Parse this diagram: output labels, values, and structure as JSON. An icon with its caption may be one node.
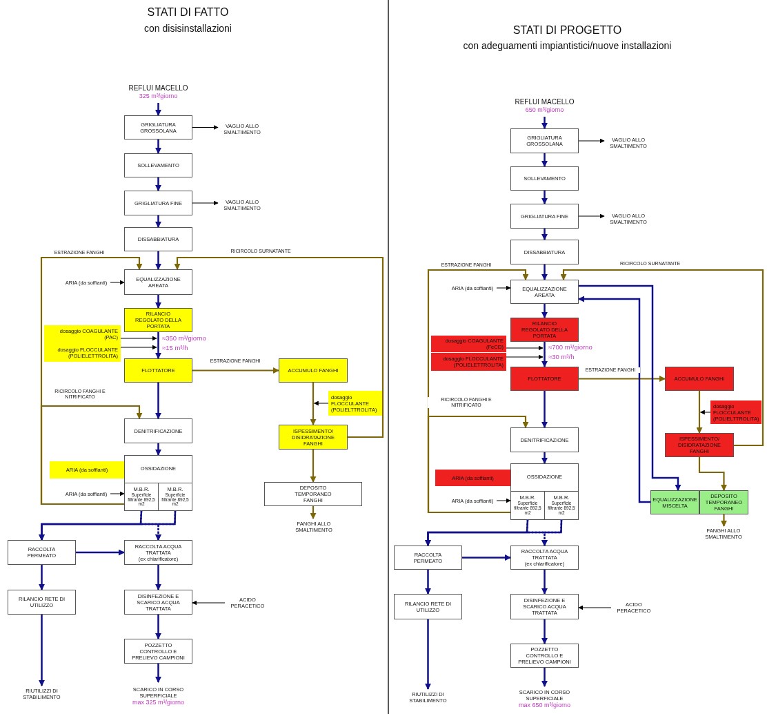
{
  "diagram": {
    "nodes": [
      {
        "text": [
          "REFLUI MACELLO"
        ],
        "beside": [
          "325 m³/giorno"
        ]
      },
      {
        "text": [
          "GRIGLIATURA GROSSOLANA"
        ]
      },
      {
        "text": [
          "VAGLIO ALLO SMALTIMENTO"
        ]
      },
      {
        "text": [
          "SOLLEVAMENTO"
        ]
      },
      {
        "text": [
          "GRIGLIATURA FINE"
        ]
      },
      {
        "text": [
          "VAGLIO ALLO SMALTIMENTO"
        ]
      },
      {
        "text": [
          "DISSABBIATURA"
        ]
      },
      {
        "text": [
          "ARIA (da soffianti)"
        ]
      },
      {
        "text": [
          "EQUALIZZAZIONE AREATA"
        ]
      },
      {
        "text": [
          "RILANCIO REGOLATO DELLA PORTATA"
        ]
      },
      {
        "text": [
          "dosaggio COAGULANTE (PAC)"
        ]
      },
      {
        "text": [
          "dosaggio FLOCCULANTE (POLIELETTROLITA)"
        ]
      },
      {
        "text": [
          "FLOTTATORE"
        ]
      },
      {
        "text": [
          "ACCUMULO FANGHI"
        ]
      },
      {
        "text": [
          "dosaggio FLOCCULANTE (POLIELTTROLITA)"
        ]
      },
      {
        "text": [
          "DENITRIFICAZIONE"
        ]
      },
      {
        "text": [
          "ISPESSIMENTO/ DISIDRATAZIONE FANGHI"
        ]
      },
      {
        "text": [
          "ARIA (da soffianti)"
        ]
      },
      {
        "text": [
          "OSSIDAZIONE"
        ]
      },
      {
        "text": [
          "M.B.R.",
          "Superficie filtrante 892,5 m2"
        ],
        "in": 18
      },
      {
        "text": [
          "M.B.R.",
          "Superficie filtrante 892,5 m2"
        ],
        "in": 18
      },
      {
        "text": [
          "ARIA (da soffianti)"
        ]
      },
      {
        "text": [
          "DEPOSITO TEMPORANEO FANGHI"
        ]
      },
      {
        "text": [
          "FANGHI ALLO SMALTIMENTO"
        ]
      },
      {
        "text": [
          "RACCOLTA PERMEATO"
        ]
      },
      {
        "text": [
          "RACCOLTA ACQUA TRATTATA",
          "(ex chiarificatore)"
        ]
      },
      {
        "text": [
          "RILANCIO RETE DI UTILIZZO"
        ]
      },
      {
        "text": [
          "DISINFEZIONE E SCARICO ACQUA TRATTATA"
        ]
      },
      {
        "text": [
          "ACIDO PERACETICO"
        ]
      },
      {
        "text": [
          "POZZETTO CONTROLLO E PRELIEVO CAMPIONI"
        ]
      },
      {
        "text": [
          "RIUTILIZZI DI STABILIMENTO"
        ]
      },
      {
        "text": [
          "SCARICO IN CORSO SUPERFICIALE"
        ],
        "beside": [
          "max 325 m³/giorno"
        ]
      },
      {
        "text": [
          "REFLUI MACELLO"
        ],
        "beside": [
          "650 m³/giorno"
        ]
      },
      {
        "text": [
          "GRIGLIATURA GROSSOLANA"
        ]
      },
      {
        "text": [
          "VAGLIO ALLO SMALTIMENTO"
        ]
      },
      {
        "text": [
          "SOLLEVAMENTO"
        ]
      },
      {
        "text": [
          "GRIGLIATURA FINE"
        ]
      },
      {
        "text": [
          "VAGLIO ALLO SMALTIMENTO"
        ]
      },
      {
        "text": [
          "DISSABBIATURA"
        ]
      },
      {
        "text": [
          "ARIA (da soffianti)"
        ]
      },
      {
        "text": [
          "EQUALIZZAZIONE AREATA"
        ]
      },
      {
        "text": [
          "RILANCIO REGOLATO DELLA PORTATA"
        ]
      },
      {
        "text": [
          "dosaggio COAGULANTE (FeCl3)"
        ]
      },
      {
        "text": [
          "dosaggio FLOCCULANTE (POLIELETTROLITA)"
        ]
      },
      {
        "text": [
          "FLOTTATORE"
        ]
      },
      {
        "text": [
          "ACCUMULO FANGHI"
        ]
      },
      {
        "text": [
          "dosaggio FLOCCULANTE (POLIELTTROLITA)"
        ]
      },
      {
        "text": [
          "DENITRIFICAZIONE"
        ]
      },
      {
        "text": [
          "ISPESSIMENTO/ DISIDRATAZIONE FANGHI"
        ]
      },
      {
        "text": [
          "ARIA (da soffianti)"
        ]
      },
      {
        "text": [
          "OSSIDAZIONE"
        ]
      },
      {
        "text": [
          "M.B.R.",
          "Superficie filtrante 892,5 m2"
        ],
        "in": 50
      },
      {
        "text": [
          "M.B.R.",
          "Superficie filtrante 892,5 m2"
        ],
        "in": 50
      },
      {
        "text": [
          "ARIA (da soffianti)"
        ]
      },
      {
        "text": [
          "DEPOSITO TEMPORANEO FANGHI"
        ]
      },
      {
        "text": [
          "FANGHI ALLO SMALTIMENTO"
        ]
      },
      {
        "text": [
          "RACCOLTA PERMEATO"
        ]
      },
      {
        "text": [
          "RACCOLTA ACQUA TRATTATA",
          "(ex chiarificatore)"
        ]
      },
      {
        "text": [
          "RILANCIO RETE DI UTILIZZO"
        ]
      },
      {
        "text": [
          "DISINFEZIONE E SCARICO ACQUA TRATTATA"
        ]
      },
      {
        "text": [
          "ACIDO PERACETICO"
        ]
      },
      {
        "text": [
          "POZZETTO CONTROLLO E PRELIEVO CAMPIONI"
        ]
      },
      {
        "text": [
          "RIUTILIZZI DI STABILIMENTO"
        ]
      },
      {
        "text": [
          "SCARICO IN CORSO SUPERFICIALE"
        ],
        "beside": [
          "max 650 m³/giorno"
        ]
      },
      {
        "text": [
          "EQUALIZZAZIONE MISCELTA"
        ]
      }
    ],
    "edges": [
      {
        "from": 0,
        "to": 1,
        "arrow": "to"
      },
      {
        "from": 1,
        "to": 3,
        "arrow": "to"
      },
      {
        "from": 3,
        "to": 4,
        "arrow": "to"
      },
      {
        "from": 4,
        "to": 6,
        "arrow": "to"
      },
      {
        "from": 6,
        "to": 8,
        "arrow": "to"
      },
      {
        "from": 8,
        "to": 9,
        "arrow": "to"
      },
      {
        "from": 9,
        "to": 12,
        "arrow": "to"
      },
      {
        "from": 12,
        "to": 15,
        "arrow": "to"
      },
      {
        "from": 15,
        "to": 18,
        "arrow": "to"
      },
      {
        "from": 19,
        "to": 24,
        "arrow": "to"
      },
      {
        "from": 20,
        "to": 24,
        "arrow": "to"
      },
      {
        "from": 19,
        "to": 25,
        "arrow": "to",
        "style": "dashed"
      },
      {
        "from": 20,
        "to": 25,
        "arrow": "to",
        "style": "dashed"
      },
      {
        "from": 24,
        "to": 25,
        "arrow": "to"
      },
      {
        "from": 24,
        "to": 26,
        "arrow": "to"
      },
      {
        "from": 25,
        "to": 27,
        "arrow": "to"
      },
      {
        "from": 27,
        "to": 29,
        "arrow": "to"
      },
      {
        "from": 26,
        "to": 30,
        "arrow": "to"
      },
      {
        "from": 29,
        "to": 31,
        "arrow": "to"
      },
      {
        "from": 1,
        "to": 2,
        "arrow": "to",
        "color": "#000000"
      },
      {
        "from": 4,
        "to": 5,
        "arrow": "to",
        "color": "#000000"
      },
      {
        "from": 7,
        "to": 8,
        "arrow": "to",
        "color": "#000000"
      },
      {
        "from": 10,
        "to": 9,
        "arrow": "to",
        "color": "#000000"
      },
      {
        "from": 11,
        "to": 12,
        "arrow": "to",
        "color": "#000000"
      },
      {
        "from": 14,
        "to": null,
        "arrow": "to",
        "color": "#000000"
      },
      {
        "from": 21,
        "to": 19,
        "arrow": "to",
        "color": "#000000"
      },
      {
        "from": 28,
        "to": 27,
        "arrow": "to",
        "color": "#000000"
      },
      {
        "from": 12,
        "to": 13,
        "arrow": "to",
        "label": "ESTRAZIONE FANGHI",
        "color": "#7d6608"
      },
      {
        "from": 13,
        "to": 16,
        "arrow": "to",
        "color": "#7d6608"
      },
      {
        "from": 16,
        "to": 22,
        "arrow": "to",
        "color": "#7d6608"
      },
      {
        "from": 22,
        "to": 23,
        "arrow": "to",
        "color": "#7d6608"
      },
      {
        "from": 16,
        "to": 8,
        "arrow": "to",
        "label": "RICIRCOLO SURNATANTE",
        "color": "#7d6608"
      },
      {
        "from": 19,
        "to": 8,
        "arrow": "to",
        "label": "ESTRAZIONE FANGHI",
        "color": "#7d6608"
      },
      {
        "from": 19,
        "to": 15,
        "arrow": "to",
        "label": "RICIRCOLO FANGHI E NITRIFICATO",
        "color": "#7d6608"
      },
      {
        "from": 32,
        "to": 33,
        "arrow": "to"
      },
      {
        "from": 33,
        "to": 35,
        "arrow": "to"
      },
      {
        "from": 35,
        "to": 36,
        "arrow": "to"
      },
      {
        "from": 36,
        "to": 38,
        "arrow": "to"
      },
      {
        "from": 38,
        "to": 40,
        "arrow": "to"
      },
      {
        "from": 40,
        "to": 41,
        "arrow": "to"
      },
      {
        "from": 41,
        "to": 44,
        "arrow": "to"
      },
      {
        "from": 44,
        "to": 47,
        "arrow": "to"
      },
      {
        "from": 47,
        "to": 50,
        "arrow": "to"
      },
      {
        "from": 51,
        "to": 56,
        "arrow": "to"
      },
      {
        "from": 52,
        "to": 56,
        "arrow": "to"
      },
      {
        "from": 51,
        "to": 57,
        "arrow": "to",
        "style": "dashed"
      },
      {
        "from": 52,
        "to": 57,
        "arrow": "to",
        "style": "dashed"
      },
      {
        "from": 56,
        "to": 57,
        "arrow": "to"
      },
      {
        "from": 56,
        "to": 58,
        "arrow": "to"
      },
      {
        "from": 57,
        "to": 59,
        "arrow": "to"
      },
      {
        "from": 59,
        "to": 61,
        "arrow": "to"
      },
      {
        "from": 58,
        "to": 62,
        "arrow": "to"
      },
      {
        "from": 61,
        "to": 63,
        "arrow": "to"
      },
      {
        "from": 33,
        "to": 34,
        "arrow": "to",
        "color": "#000000"
      },
      {
        "from": 36,
        "to": 37,
        "arrow": "to",
        "color": "#000000"
      },
      {
        "from": 39,
        "to": 40,
        "arrow": "to",
        "color": "#000000"
      },
      {
        "from": 42,
        "to": 41,
        "arrow": "to",
        "color": "#000000"
      },
      {
        "from": 43,
        "to": 44,
        "arrow": "to",
        "color": "#000000"
      },
      {
        "from": 46,
        "to": null,
        "arrow": "to",
        "color": "#000000"
      },
      {
        "from": 53,
        "to": 51,
        "arrow": "to",
        "color": "#000000"
      },
      {
        "from": 60,
        "to": 59,
        "arrow": "to",
        "color": "#000000"
      },
      {
        "from": 44,
        "to": 45,
        "arrow": "to",
        "label": "ESTRAZIONE FANGHI",
        "color": "#7d6608"
      },
      {
        "from": 45,
        "to": 48,
        "arrow": "to",
        "color": "#7d6608"
      },
      {
        "from": 48,
        "to": 54,
        "arrow": "to",
        "color": "#7d6608"
      },
      {
        "from": 54,
        "to": 55,
        "arrow": "to",
        "color": "#7d6608"
      },
      {
        "from": 48,
        "to": 40,
        "arrow": "to",
        "label": "RICIRCOLO SURNATANTE",
        "color": "#7d6608"
      },
      {
        "from": 51,
        "to": 40,
        "arrow": "to",
        "label": "ESTRAZIONE FANGHI",
        "color": "#7d6608"
      },
      {
        "from": 51,
        "to": 47,
        "arrow": "to",
        "label": "RICIRCOLO FANGHI E NITRIFICATO",
        "color": "#7d6608"
      },
      {
        "from": 40,
        "to": 64,
        "arrow": "to"
      },
      {
        "from": 64,
        "to": 40,
        "arrow": "to"
      }
    ],
    "labels": [
      "STATI DI FATTO",
      "con disisinstallazioni",
      "≈350 m³/giorno",
      "≈15 m³/h",
      "STATI DI PROGETTO",
      "con adeguamenti impiantistici/nuove installazioni",
      "≈700 m³/giorno",
      "≈30 m³/h"
    ]
  }
}
